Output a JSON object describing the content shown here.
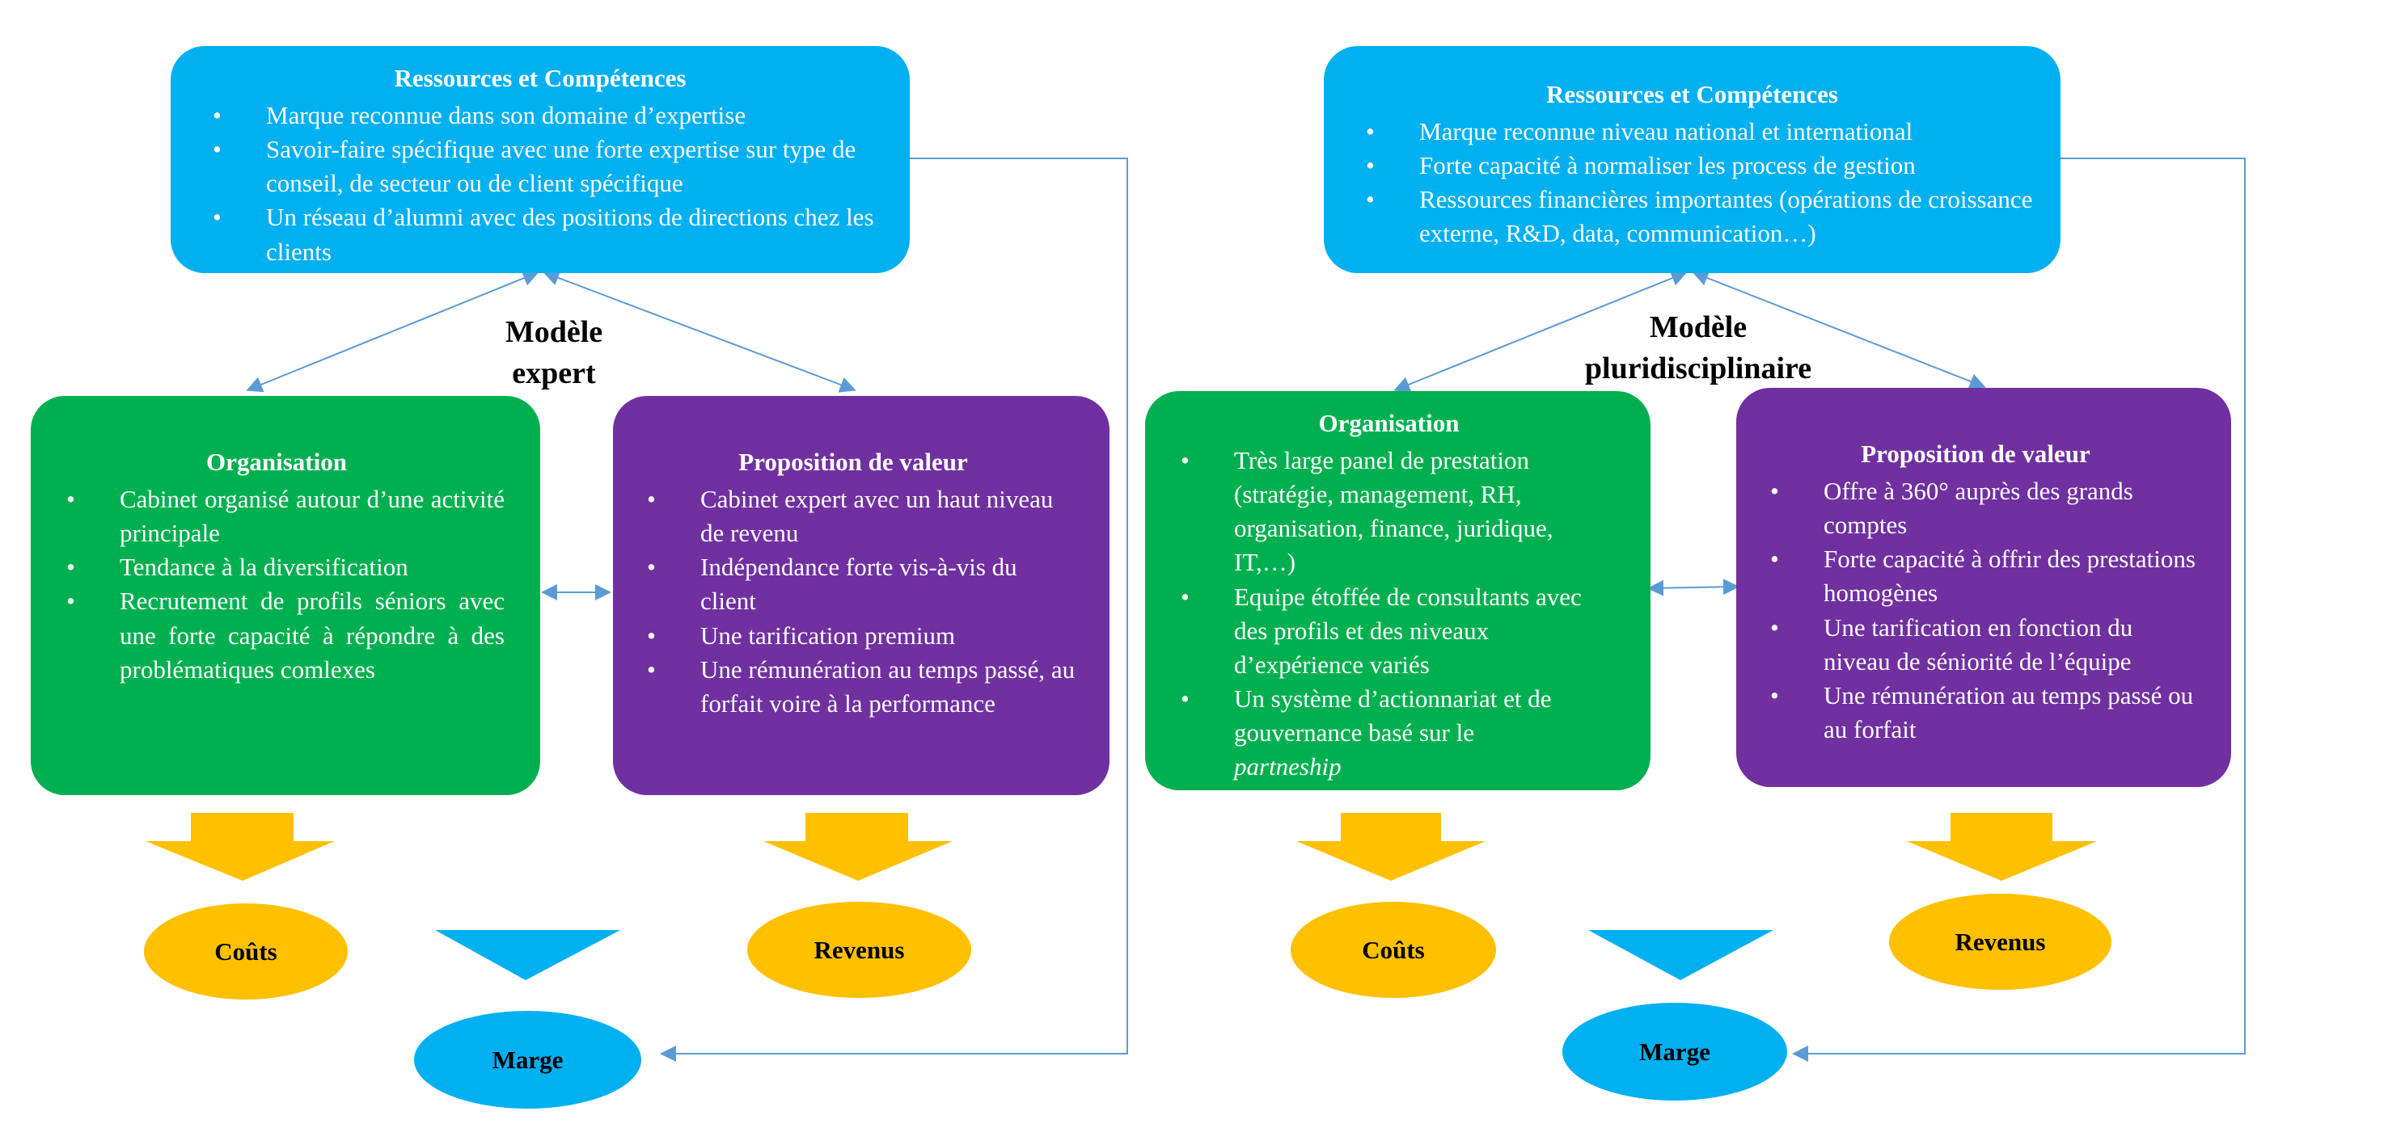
{
  "colors": {
    "resources": "#00b0f0",
    "organisation": "#00b050",
    "proposition": "#7030a0",
    "costs_revenues": "#ffc000",
    "margin": "#00b0f0",
    "connector": "#5b9bd5"
  },
  "left": {
    "model_title_line1": "Modèle",
    "model_title_line2": "expert",
    "resources": {
      "title": "Ressources et Compétences",
      "items": [
        "Marque reconnue dans son domaine d’expertise",
        "Savoir-faire spécifique avec une forte expertise sur type de conseil, de secteur ou de client spécifique",
        "Un réseau d’alumni avec des positions de directions chez les clients"
      ]
    },
    "organisation": {
      "title": "Organisation",
      "items": [
        "Cabinet organisé autour d’une activité principale",
        "Tendance à la diversification",
        "Recrutement de profils séniors avec une forte capacité à répondre à des problématiques comlexes"
      ]
    },
    "proposition": {
      "title": "Proposition de valeur",
      "items": [
        "Cabinet expert avec un haut niveau de revenu",
        "Indépendance forte vis-à-vis du client",
        "Une tarification premium",
        "Une rémunération au temps passé, au forfait voire à la performance"
      ]
    },
    "costs": "Coûts",
    "revenues": "Revenus",
    "margin": "Marge"
  },
  "right": {
    "model_title_line1": "Modèle",
    "model_title_line2": "pluridisciplinaire",
    "resources": {
      "title": "Ressources et Compétences",
      "items": [
        "Marque reconnue niveau national et international",
        "Forte capacité à normaliser les process de gestion",
        "Ressources financières importantes (opérations de croissance externe, R&D, data, communication…)"
      ]
    },
    "organisation": {
      "title": "Organisation",
      "items": [
        "Très large panel de prestation (stratégie, management, RH, organisation, finance, juridique, IT,…)",
        "Equipe étoffée de consultants avec des profils et des niveaux d’expérience variés",
        "Un système d’actionnariat et de gouvernance basé sur le"
      ],
      "last_item_italic": "partneship"
    },
    "proposition": {
      "title": "Proposition de valeur",
      "items": [
        "Offre à 360° auprès des grands comptes",
        "Forte capacité à offrir des prestations  homogènes",
        "Une tarification en fonction du niveau de séniorité de l’équipe",
        "Une rémunération au temps passé ou au forfait"
      ]
    },
    "costs": "Coûts",
    "revenues": "Revenus",
    "margin": "Marge"
  }
}
